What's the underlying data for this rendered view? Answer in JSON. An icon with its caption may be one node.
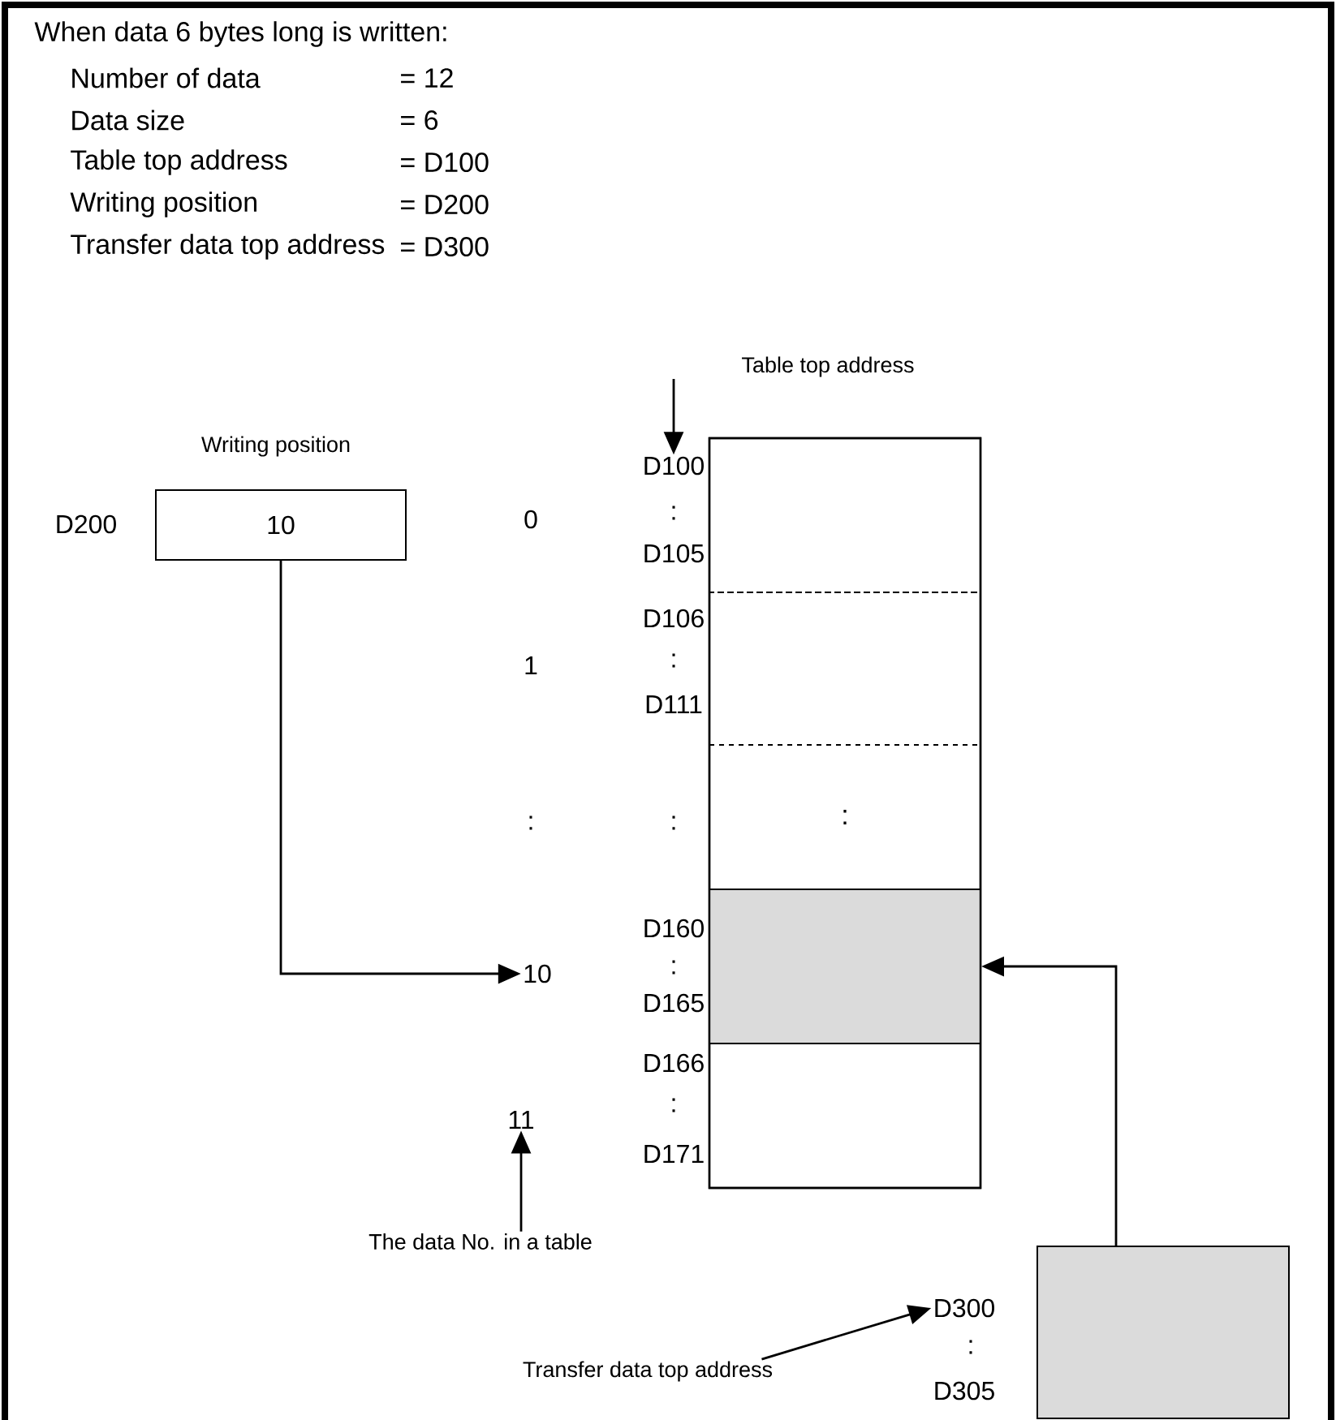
{
  "diagram": {
    "title": "When data 6 bytes long is written:",
    "nodes": [
      {
        "text": [
          "Writing position",
          "10"
        ],
        "beside": [
          "D200"
        ]
      },
      {
        "text": [],
        "shape": "box"
      },
      {
        "text": [],
        "shape": "box",
        "in": 1,
        "beside": [
          ":",
          "D105"
        ]
      },
      {
        "text": [],
        "shape": "box",
        "in": 1,
        "beside": [
          "D106",
          ":",
          "D111"
        ]
      },
      {
        "text": [
          ":"
        ],
        "in": 1,
        "beside": [
          ":"
        ]
      },
      {
        "text": [],
        "shape": "box",
        "in": 1,
        "beside": [
          "D160",
          ":",
          "D165"
        ]
      },
      {
        "text": [],
        "shape": "box",
        "in": 1,
        "beside": [
          "D166",
          ":",
          "D171"
        ]
      },
      {
        "text": [],
        "shape": "box",
        "beside": [
          ":",
          "D305"
        ]
      },
      {
        "text": [
          "Table top address"
        ]
      },
      {
        "text": [
          "D100"
        ]
      },
      {
        "text": [
          "10"
        ]
      },
      {
        "text": [
          "11"
        ]
      },
      {
        "text": [
          "The data No. in a table"
        ]
      },
      {
        "text": [
          "D300"
        ]
      },
      {
        "text": [
          "Transfer data top address"
        ]
      }
    ],
    "edges": [
      {
        "from": 0,
        "to": 10,
        "arrow": "to"
      },
      {
        "from": 7,
        "to": 5,
        "arrow": "to"
      },
      {
        "from": 8,
        "to": 9,
        "arrow": "to"
      },
      {
        "from": 12,
        "to": 11,
        "arrow": "to"
      },
      {
        "from": 14,
        "to": 13,
        "arrow": "to"
      }
    ],
    "labels": [
      "Number of data",
      "= 12",
      "Data size",
      "= 6",
      "Table top address",
      "= D100",
      "Writing position",
      "= D200",
      "Transfer data top address",
      "= D300",
      "0",
      "1",
      ":"
    ]
  }
}
